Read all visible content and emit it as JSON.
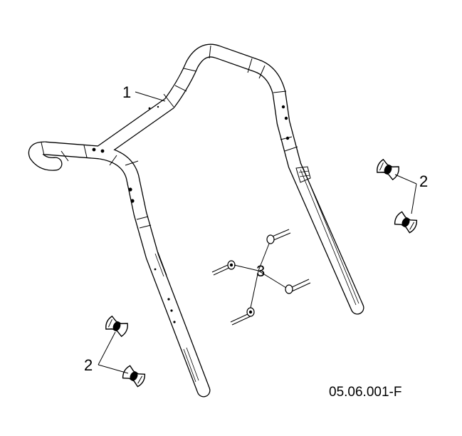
{
  "diagram": {
    "callouts": {
      "handle": "1",
      "knobs_right": "2",
      "knobs_left": "2",
      "bolts": "3"
    },
    "drawing_code": "05.06.001-F"
  }
}
